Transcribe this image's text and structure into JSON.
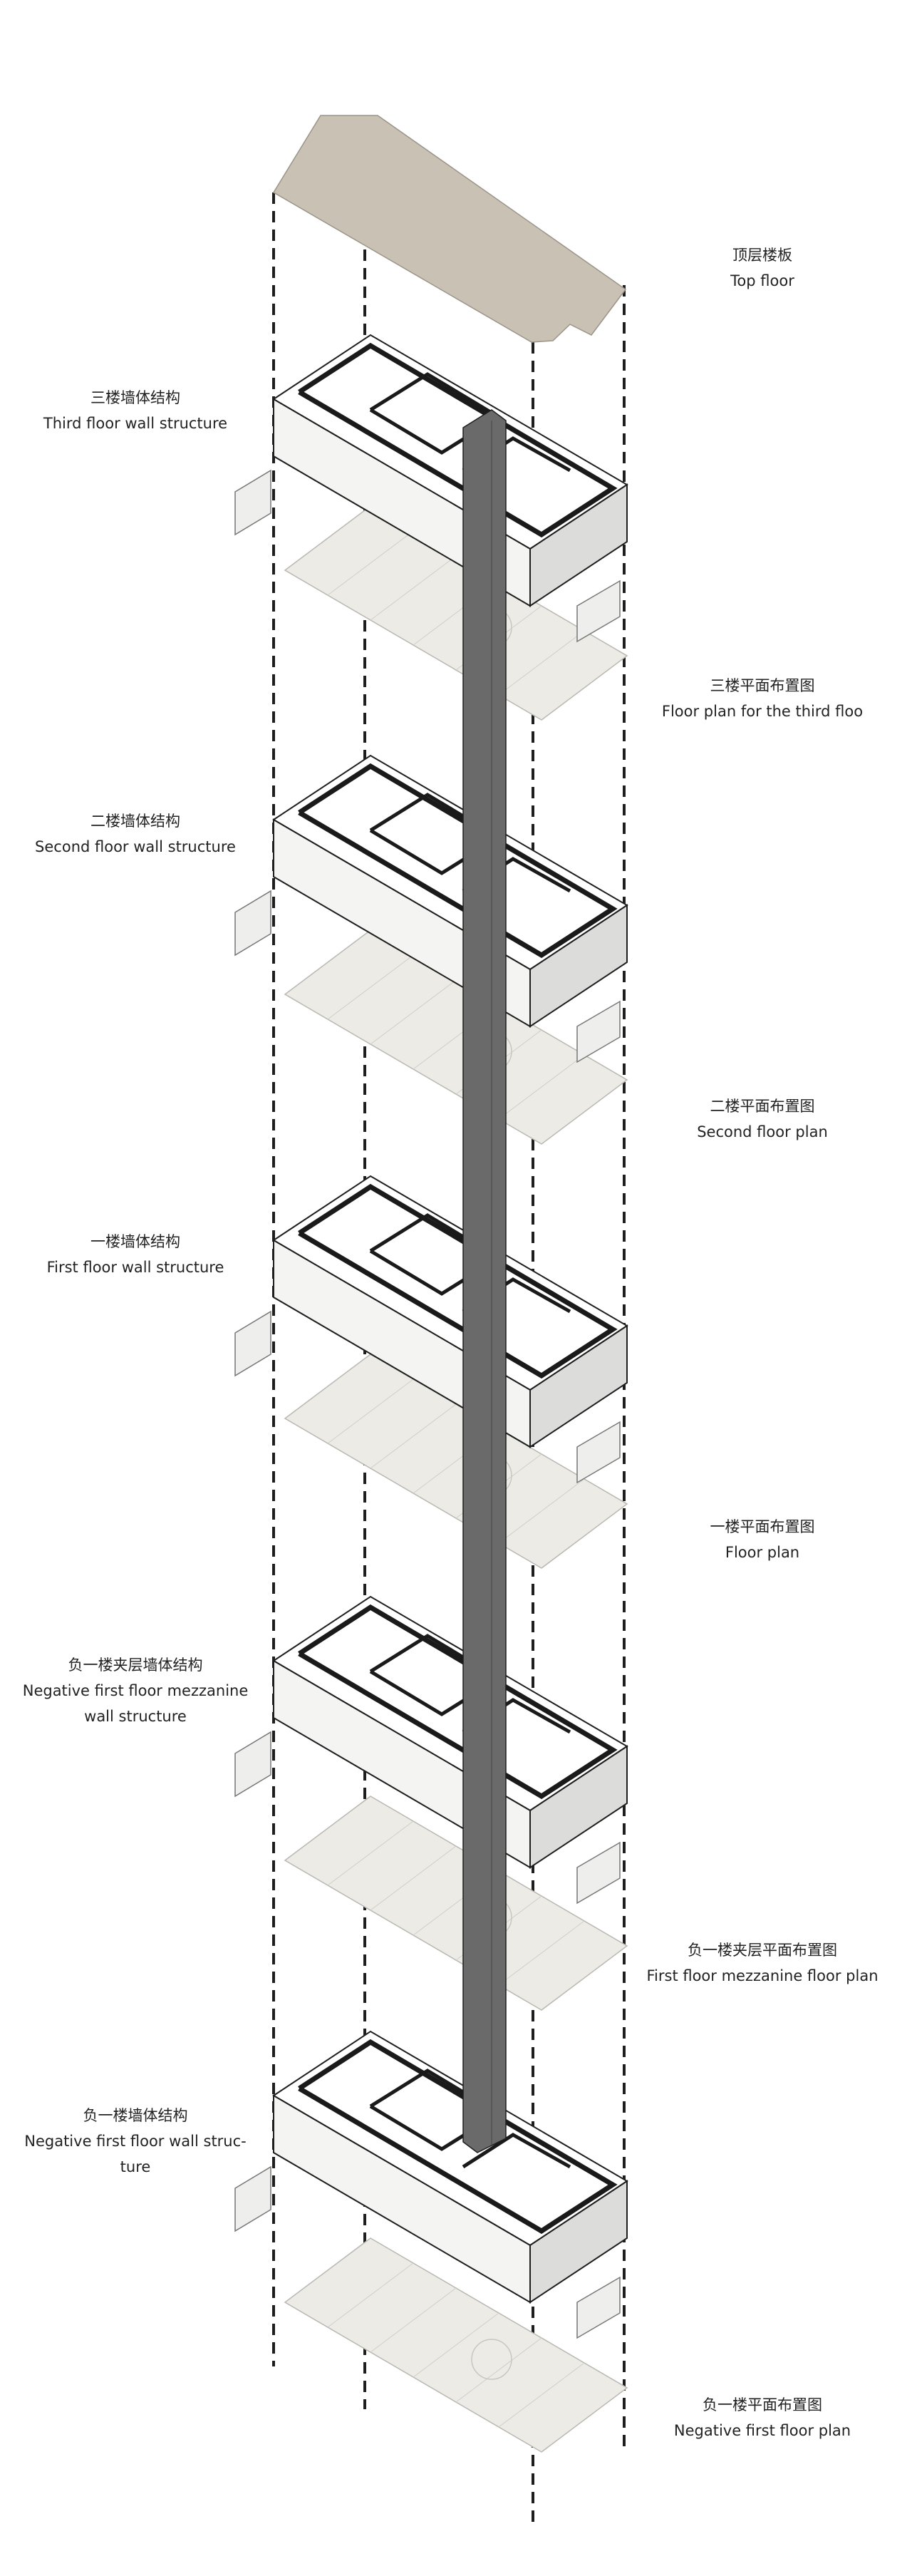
{
  "diagram": {
    "colors": {
      "background": "#ffffff",
      "line": "#1e1e1e",
      "roof": "#c9c1b4",
      "slab": "#ecebe6",
      "wall_face": "#f4f4f2",
      "wall_side": "#dcdcda",
      "shaft": "#6a6a6a"
    },
    "labels": [
      {
        "id": "top-floor",
        "side": "right",
        "zh": "顶层楼板",
        "en": "Top floor"
      },
      {
        "id": "third-floor-wall-structure",
        "side": "left",
        "zh": "三楼墙体结构",
        "en": "Third floor wall structure"
      },
      {
        "id": "third-floor-plan",
        "side": "right",
        "zh": "三楼平面布置图",
        "en": "Floor plan for the third floo"
      },
      {
        "id": "second-floor-wall-structure",
        "side": "left",
        "zh": "二楼墙体结构",
        "en": "Second floor wall structure"
      },
      {
        "id": "second-floor-plan",
        "side": "right",
        "zh": "二楼平面布置图",
        "en": "Second floor plan"
      },
      {
        "id": "first-floor-wall-structure",
        "side": "left",
        "zh": "一楼墙体结构",
        "en": "First floor wall structure"
      },
      {
        "id": "first-floor-plan",
        "side": "right",
        "zh": "一楼平面布置图",
        "en": "Floor plan"
      },
      {
        "id": "negative-first-mezzanine-wall-structure",
        "side": "left",
        "zh": "负一楼夹层墙体结构",
        "en": "Negative first floor mezzanine",
        "en2": "wall structure"
      },
      {
        "id": "first-floor-mezzanine-plan",
        "side": "right",
        "zh": "负一楼夹层平面布置图",
        "en": "First floor mezzanine floor plan"
      },
      {
        "id": "negative-first-floor-wall-structure",
        "side": "left",
        "zh": "负一楼墙体结构",
        "en": "Negative first floor wall struc-",
        "en2": "ture"
      },
      {
        "id": "negative-first-floor-plan",
        "side": "right",
        "zh": "负一楼平面布置图",
        "en": "Negative first floor plan"
      }
    ]
  }
}
